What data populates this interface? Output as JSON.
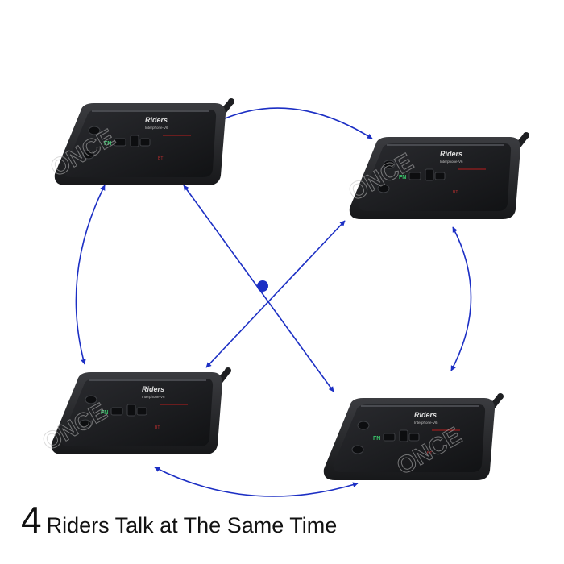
{
  "caption": {
    "number": "4",
    "text": "Riders Talk at The Same Time"
  },
  "device": {
    "brand": "Riders",
    "model": "Interphone-V6",
    "fn_label": "FN",
    "badge": "BT",
    "color_body": "#2c2d30",
    "color_face": "#1c1d20"
  },
  "arrow_color": "#1c2fc4",
  "watermark": "ONCE"
}
